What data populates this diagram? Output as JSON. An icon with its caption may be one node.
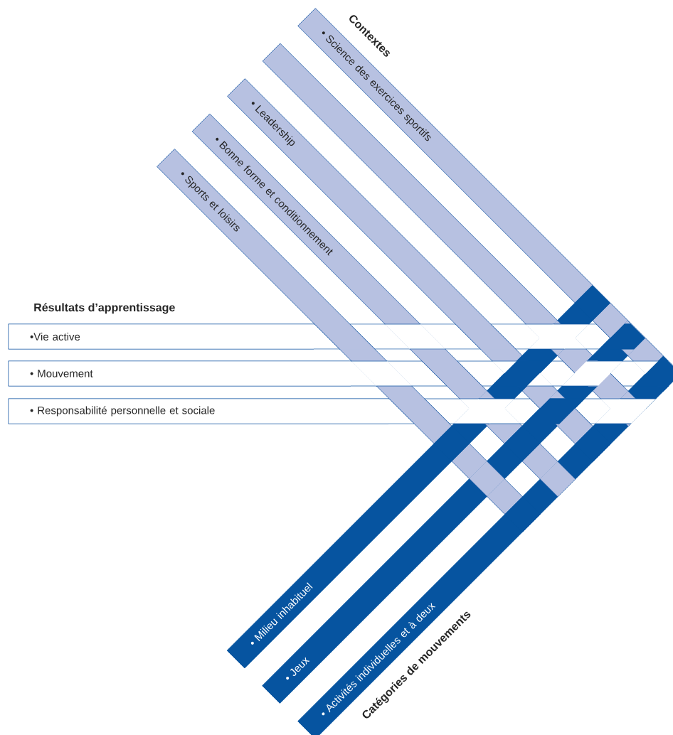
{
  "diagram": {
    "nodes": [
      {
        "text": [
          "• Sports et loisirs"
        ]
      },
      {
        "text": [
          "• Bonne forme et conditionnement"
        ]
      },
      {
        "text": [
          "• Leadership"
        ]
      },
      {
        "text": [],
        "shape": "bar"
      },
      {
        "text": [
          "• Science des exercices sportifs"
        ]
      },
      {
        "text": [
          "•Vie active"
        ]
      },
      {
        "text": [
          "• Mouvement"
        ]
      },
      {
        "text": [
          "• Responsabilité personnelle et sociale"
        ]
      },
      {
        "text": [
          "• Milieu inhabituel"
        ]
      },
      {
        "text": [
          "• Jeux"
        ]
      },
      {
        "text": [
          "• Activités individuelles et à deux"
        ]
      }
    ],
    "labels": [
      "Contextes",
      "Résultats d’apprentissage",
      "Catégories de mouvements"
    ]
  }
}
